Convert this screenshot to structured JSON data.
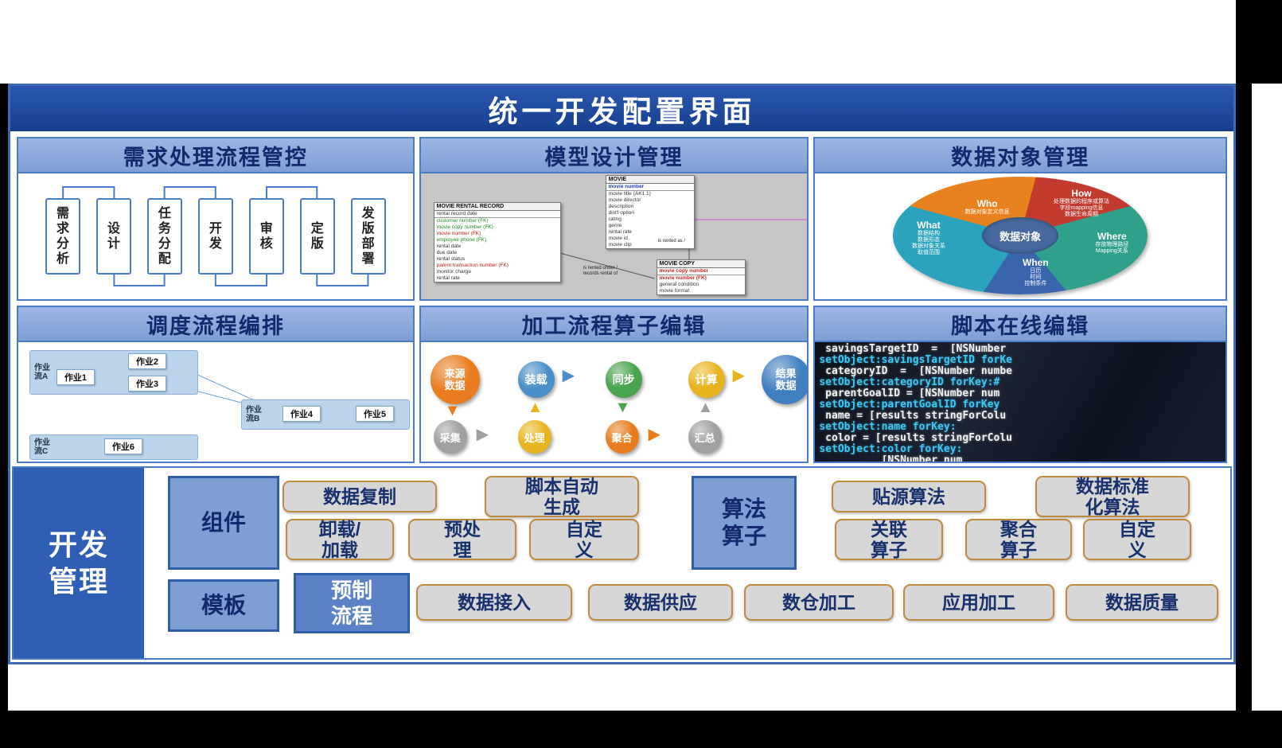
{
  "colors": {
    "accent_blue": "#2f5fb5",
    "panel_header_bg": "#7e9fd4",
    "banner_bg": "#1c4a9e",
    "button_border": "#c08a3e",
    "button_bg": "#d6d6d6"
  },
  "icons": {
    "arrow_right": "▶",
    "arrow_down": "▼",
    "arrow_up": "▲"
  },
  "banner": {
    "title": "统一开发配置界面"
  },
  "panels": {
    "requirements": {
      "title": "需求处理流程管控",
      "steps": [
        "需求分析",
        "设计",
        "任务分配",
        "开发",
        "审核",
        "定版",
        "发版部署"
      ]
    },
    "model": {
      "title": "模型设计管理",
      "tables": [
        {
          "name": "MOVIE RENTAL RECORD",
          "fields": [
            "rental record date",
            "customer number (FK)",
            "movie copy number (FK)",
            "movie number (FK)",
            "employee phone (FK)",
            "rental date",
            "due date",
            "rental status",
            "parent transaction number (FK)",
            "monitor charge",
            "rental rate"
          ]
        },
        {
          "name": "MOVIE",
          "fields": [
            "movie number",
            "movie title (AK1.1)",
            "movie director",
            "description",
            "dist'l option",
            "rating",
            "genre",
            "rental rate",
            "movie id",
            "movie clip"
          ]
        },
        {
          "name": "MOVIE COPY",
          "fields": [
            "movie copy number",
            "movie number (FK)",
            "general condition",
            "movie format"
          ]
        }
      ],
      "relation_labels": [
        "is rented as /",
        "is rented under /",
        "records rental of"
      ]
    },
    "data_object": {
      "title": "数据对象管理",
      "center_label": "数据对象",
      "segments": [
        {
          "name": "Who",
          "desc": "数据对象定义信息",
          "color": "#e8821e"
        },
        {
          "name": "How",
          "desc": "处理数据的程序或算法\n字段mapping信息\n数据生命周期",
          "color": "#c23b2e"
        },
        {
          "name": "Where",
          "desc": "存放物理路径\nMapping关系",
          "color": "#2fa08c"
        },
        {
          "name": "When",
          "desc": "日历\n时间\n控制条件",
          "color": "#3a66ad"
        },
        {
          "name": "What",
          "desc": "数据结构\n数据形态\n数据对象关系\n取值范围",
          "color": "#2ba3bd"
        }
      ]
    },
    "scheduling": {
      "title": "调度流程编排",
      "flow_a": "作业流A",
      "flow_b": "作业流B",
      "flow_c": "作业流C",
      "jobs": [
        "作业1",
        "作业2",
        "作业3",
        "作业4",
        "作业5",
        "作业6"
      ]
    },
    "operators": {
      "title": "加工流程算子编辑",
      "row1": [
        {
          "label": "来源\n数据",
          "color": "#e87c1e"
        },
        {
          "label": "装载",
          "color": "#4a8fc8"
        },
        {
          "label": "同步",
          "color": "#4aa44e"
        },
        {
          "label": "计算",
          "color": "#e8b41e"
        },
        {
          "label": "结果\n数据",
          "color": "#3f7fc0"
        }
      ],
      "row2": [
        {
          "label": "采集",
          "color": "#a0a0a0"
        },
        {
          "label": "处理",
          "color": "#e8b41e"
        },
        {
          "label": "聚合",
          "color": "#e87c1e"
        },
        {
          "label": "汇总",
          "color": "#a0a0a0"
        }
      ]
    },
    "script": {
      "title": "脚本在线编辑",
      "code_lines": [
        {
          "t": " savingsTargetID  =  [NSNumber",
          "c": "w"
        },
        {
          "t": "setObject:savingsTargetID forKe",
          "c": "b"
        },
        {
          "t": " categoryID  =  [NSNumber numbe",
          "c": "w"
        },
        {
          "t": "setObject:categoryID forKey:#",
          "c": "b"
        },
        {
          "t": " parentGoalID = [NSNumber num",
          "c": "w"
        },
        {
          "t": "setObject:parentGoalID forKey",
          "c": "b"
        },
        {
          "t": " name = [results stringForColu",
          "c": "w"
        },
        {
          "t": "setObject:name forKey:",
          "c": "b"
        },
        {
          "t": " color = [results stringForColu",
          "c": "w"
        },
        {
          "t": "setObject:color forKey:",
          "c": "b"
        },
        {
          "t": "          [NSNumber num",
          "c": "w"
        }
      ]
    }
  },
  "bottom": {
    "dev_mgmt": "开发\n管理",
    "component_label": "组件",
    "component_buttons_row1": [
      "数据复制",
      "脚本自动\n生成"
    ],
    "component_buttons_row2": [
      "卸载/\n加载",
      "预处\n理",
      "自定\n义"
    ],
    "algorithm_label": "算法\n算子",
    "algorithm_buttons_row1": [
      "贴源算法",
      "数据标准\n化算法"
    ],
    "algorithm_buttons_row2": [
      "关联\n算子",
      "聚合\n算子",
      "自定\n义"
    ],
    "template_label": "模板",
    "preset_label": "预制\n流程",
    "template_buttons": [
      "数据接入",
      "数据供应",
      "数仓加工",
      "应用加工",
      "数据质量"
    ]
  }
}
